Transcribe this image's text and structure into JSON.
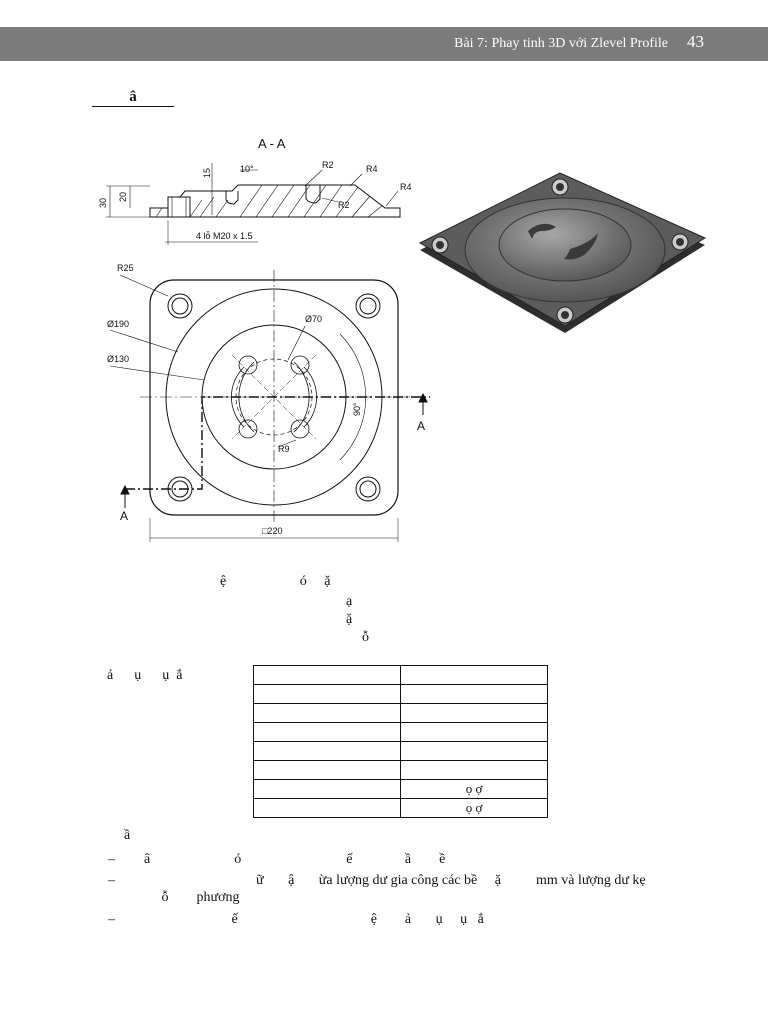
{
  "header": {
    "title": "Bài 7: Phay tinh 3D với Zlevel Profile",
    "page_number": "43"
  },
  "section_heading": "â",
  "drawing": {
    "section_label": "A - A",
    "dims": {
      "d15": "15",
      "angle10": "10°",
      "r2_top": "R2",
      "r4_top": "R4",
      "r4_right": "R4",
      "r2_bottom": "R2",
      "h30": "30",
      "h20": "20",
      "holes": "4 lỗ M20 x 1.5",
      "r25": "R25",
      "phi190": "Ø190",
      "phi130": "Ø130",
      "phi70": "Ø70",
      "angle90": "90°",
      "r9": "R9",
      "section_mark_right": "A",
      "section_mark_left": "A",
      "width220": "□220"
    }
  },
  "description_lines": [
    "ệ                     ó     ặ",
    "ạ",
    "ặ",
    "ỗ"
  ],
  "table_label": "ả      ụ      ụ  ắ",
  "table": {
    "rows": [
      [
        "",
        ""
      ],
      [
        "",
        ""
      ],
      [
        "",
        ""
      ],
      [
        "",
        ""
      ],
      [
        "",
        ""
      ],
      [
        "",
        ""
      ],
      [
        "",
        "ọ    ợ"
      ],
      [
        "",
        "ọ    ợ"
      ]
    ]
  },
  "requirements": {
    "heading": "ầ",
    "items": [
      {
        "dash": "–",
        "text": "    â                        ó                              ế               ầ        ề"
      },
      {
        "dash": "–",
        "text": "                                    ữ       ậ       ừa lượng dư gia công các bề     ặ          mm và lượng dư kẹ"
      },
      {
        "dash": "",
        "text": "         ỗ        phương"
      },
      {
        "dash": "–",
        "text": "                             ế                                      ệ        ả       ụ     ụ   ắ"
      }
    ]
  }
}
